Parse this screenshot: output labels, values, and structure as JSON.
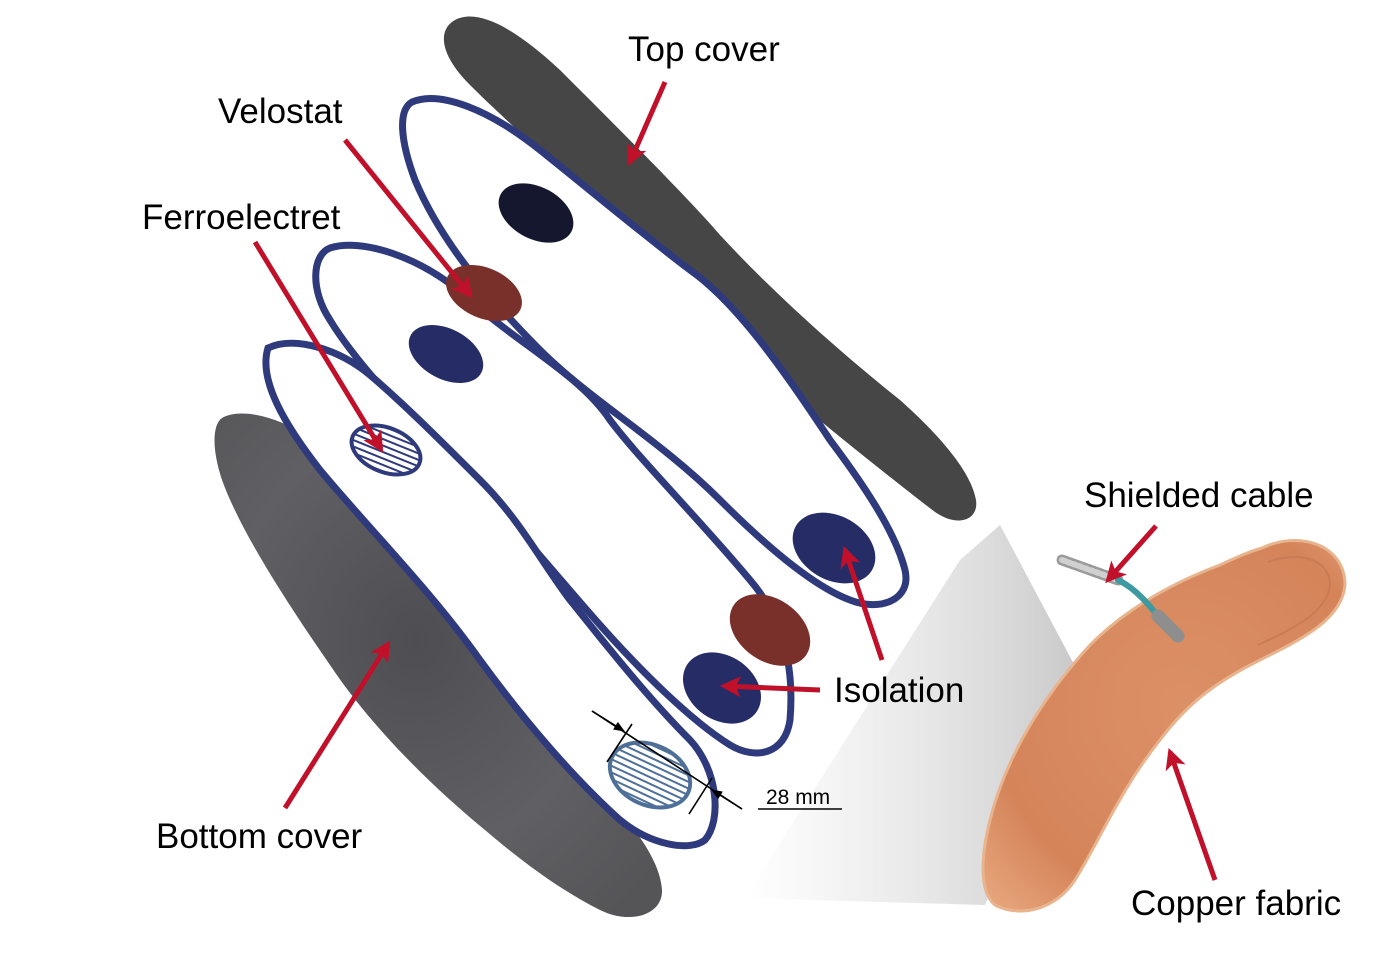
{
  "labels": {
    "top_cover": "Top cover",
    "velostat": "Velostat",
    "ferroelectret": "Ferroelectret",
    "isolation": "Isolation",
    "bottom_cover": "Bottom cover",
    "shielded_cable": "Shielded cable",
    "copper_fabric": "Copper fabric"
  },
  "dimension": {
    "value": "28 mm"
  },
  "colors": {
    "arrow": "#c0102a",
    "top_cover": "#444444",
    "bottom_cover": "#5e5e60",
    "layer_outline": "#2e3a7c",
    "isolation_fill": "#262c66",
    "velostat_fill": "#7a302a",
    "copper": "#d88a5c",
    "cable": "#3c9aa0"
  }
}
